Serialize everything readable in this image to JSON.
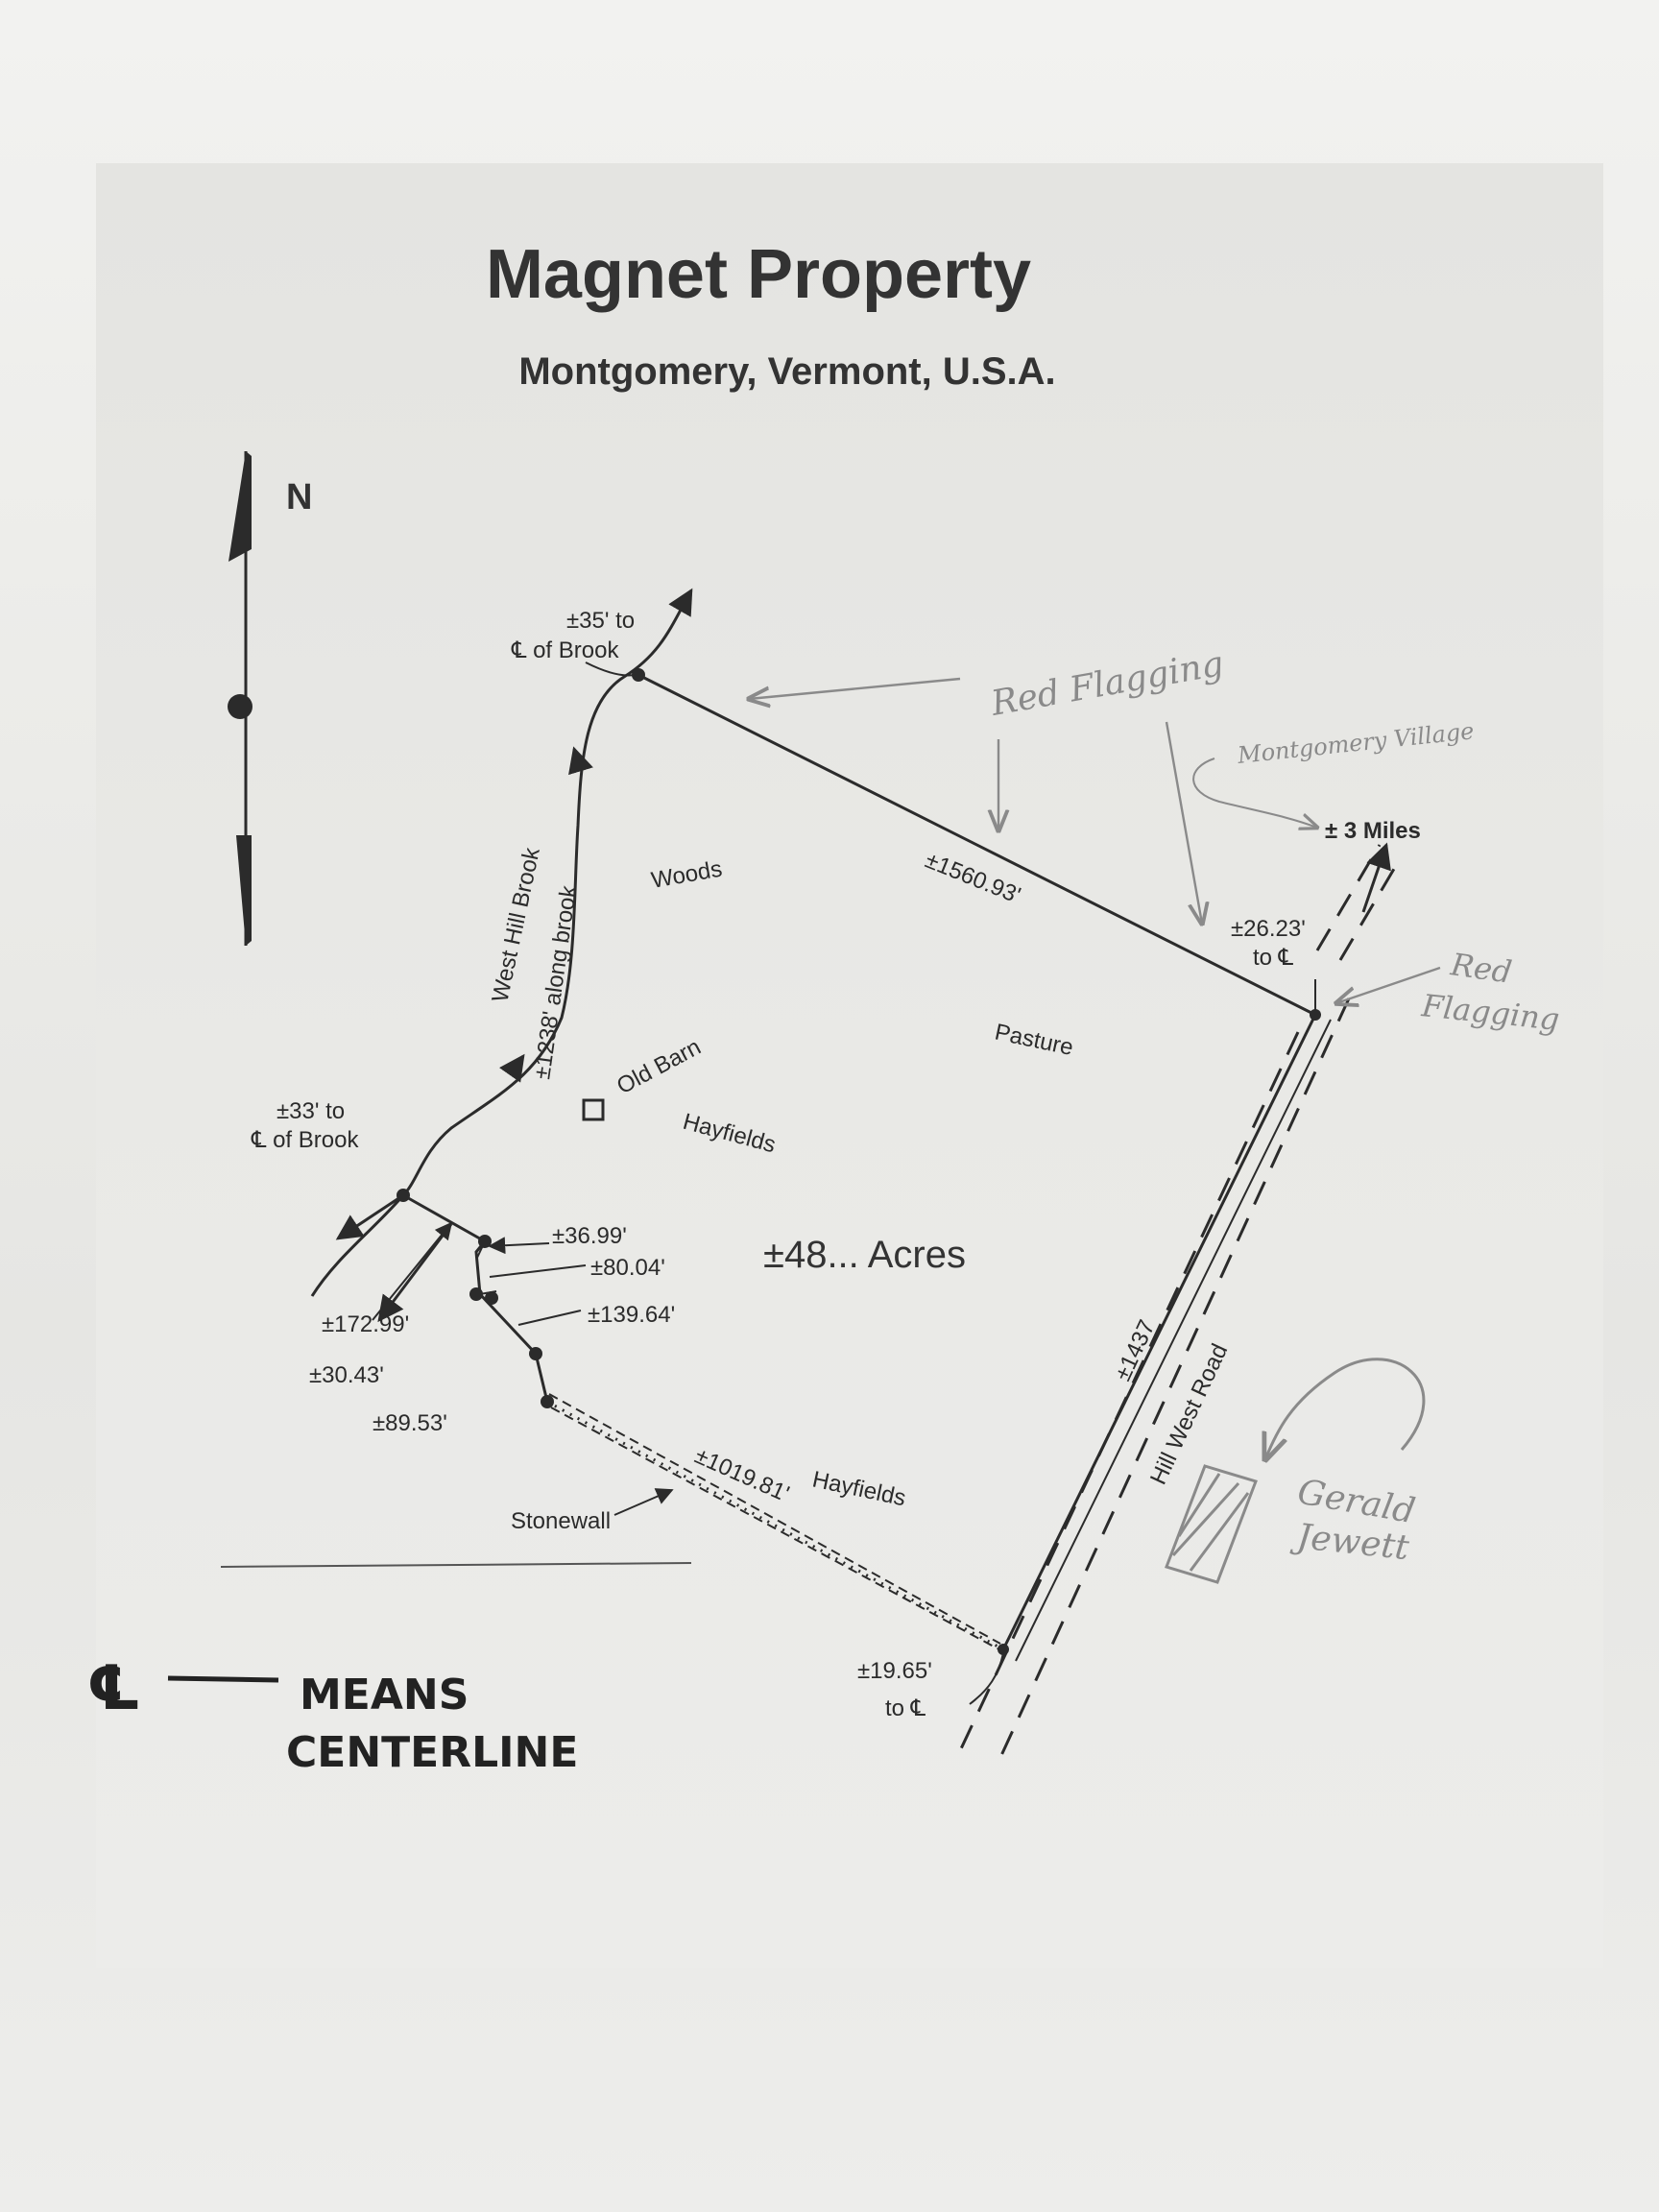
{
  "title": "Magnet Property",
  "subtitle": "Montgomery, Vermont, U.S.A.",
  "north_label": "N",
  "area_label": "±48... Acres",
  "land_labels": {
    "woods": "Woods",
    "pasture": "Pasture",
    "hayfields_upper": "Hayfields",
    "hayfields_lower": "Hayfields",
    "old_barn": "Old Barn",
    "stonewall": "Stonewall"
  },
  "brook": {
    "name": "West Hill Brook",
    "along": "±1238' along brook",
    "top_offset_line1": "±35' to",
    "top_offset_line2": "℄ of Brook",
    "left_offset_line1": "±33' to",
    "left_offset_line2": "℄ of Brook"
  },
  "road": {
    "name": "Hill West Road",
    "length": "±1437",
    "ne_offset_line1": "±26.23'",
    "ne_offset_line2": "to ℄",
    "se_offset_line1": "±19.65'",
    "se_offset_line2": "to ℄"
  },
  "measurements": {
    "north_boundary": "±1560.93'",
    "south_boundary": "±1019.81'",
    "m_36_99": "±36.99'",
    "m_80_04": "±80.04'",
    "m_139_64": "±139.64'",
    "m_172_99": "±172.99'",
    "m_30_43": "±30.43'",
    "m_89_53": "±89.53'"
  },
  "village": {
    "name": "Montgomery Village",
    "distance": "± 3 Miles"
  },
  "handwritten": {
    "red_flagging_top": "Red Flagging",
    "red_flagging_right_line1": "Red",
    "red_flagging_right_line2": "Flagging",
    "neighbor_line1": "Gerald",
    "neighbor_line2": "Jewett"
  },
  "legend": {
    "symbol": "℄",
    "line1": "MEANS",
    "line2": "CENTERLINE"
  },
  "colors": {
    "ink": "#2b2b2b",
    "pencil": "#8a8a8a",
    "marker": "#222222"
  }
}
